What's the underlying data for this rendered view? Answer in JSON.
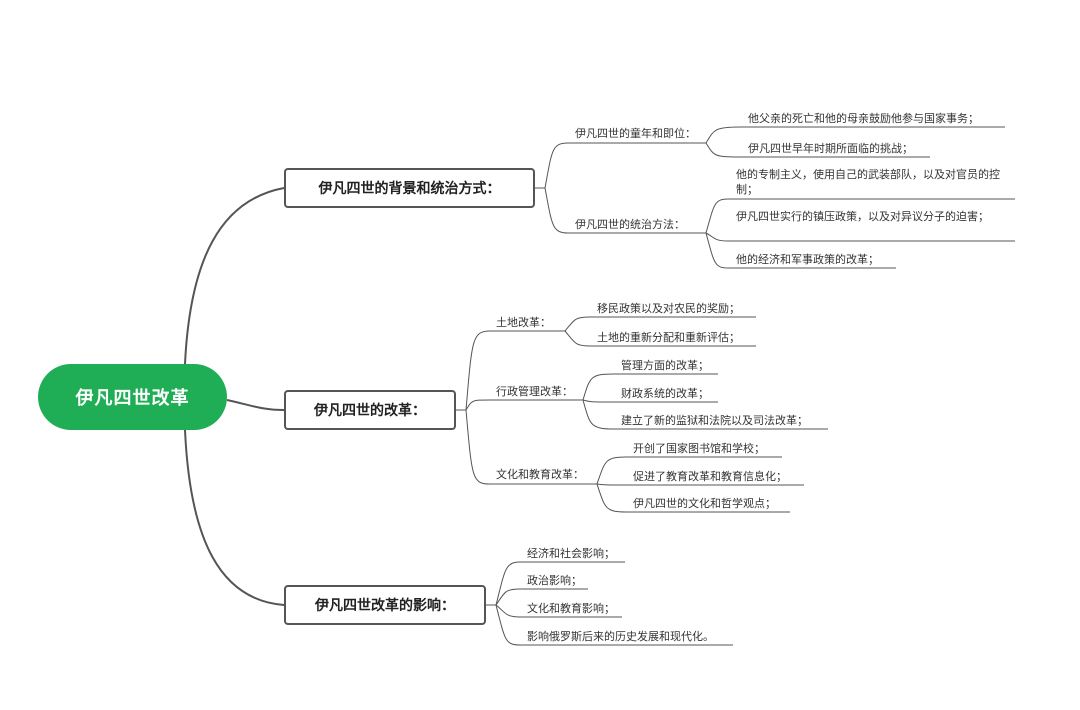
{
  "root": "伊凡四世改革",
  "branches": [
    {
      "title": "伊凡四世的背景和统治方式：",
      "subs": [
        {
          "label": "伊凡四世的童年和即位：",
          "leaves": [
            "他父亲的死亡和他的母亲鼓励他参与国家事务；",
            "伊凡四世早年时期所面临的挑战；"
          ]
        },
        {
          "label": "伊凡四世的统治方法：",
          "leaves": [
            "他的专制主义，使用自己的武装部队，以及对官员的控制；",
            "伊凡四世实行的镇压政策，以及对异议分子的迫害；",
            "他的经济和军事政策的改革；"
          ]
        }
      ]
    },
    {
      "title": "伊凡四世的改革：",
      "subs": [
        {
          "label": "土地改革：",
          "leaves": [
            "移民政策以及对农民的奖励；",
            "土地的重新分配和重新评估；"
          ]
        },
        {
          "label": "行政管理改革：",
          "leaves": [
            "管理方面的改革；",
            "财政系统的改革；",
            "建立了新的监狱和法院以及司法改革；"
          ]
        },
        {
          "label": "文化和教育改革：",
          "leaves": [
            "开创了国家图书馆和学校；",
            "促进了教育改革和教育信息化；",
            "伊凡四世的文化和哲学观点；"
          ]
        }
      ]
    },
    {
      "title": "伊凡四世改革的影响：",
      "leaves": [
        "经济和社会影响；",
        "政治影响；",
        "文化和教育影响；",
        "影响俄罗斯后来的历史发展和现代化。"
      ]
    }
  ],
  "colors": {
    "root": "#1fae55",
    "line": "#555555"
  }
}
